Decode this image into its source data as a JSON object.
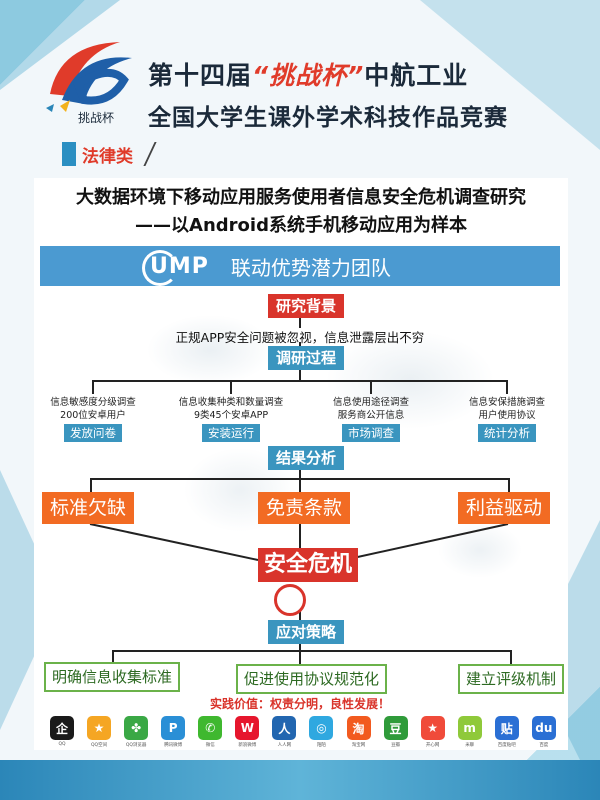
{
  "header": {
    "title_prefix": "第十四届",
    "title_quote": "“挑战杯”",
    "title_suffix": "中航工业",
    "title_line2": "全国大学生课外学术科技作品竞赛",
    "logo_text": "挑战杯",
    "category": "法律类"
  },
  "main": {
    "title_line1": "大数据环境下移动应用服务使用者信息安全危机调查研究",
    "title_line2": "——以Android系统手机移动应用为样本",
    "team_logo": "UMP",
    "team_name": "联动优势潜力团队"
  },
  "background": {
    "label": "研究背景",
    "text": "正规APP安全问题被忽视，信息泄露层出不穷"
  },
  "process": {
    "label": "调研过程",
    "steps": [
      {
        "line1": "信息敏感度分级调查",
        "line2": "200位安卓用户",
        "method": "发放问卷"
      },
      {
        "line1": "信息收集种类和数量调查",
        "line2": "9类45个安卓APP",
        "method": "安装运行"
      },
      {
        "line1": "信息使用途径调查",
        "line2": "服务商公开信息",
        "method": "市场调查"
      },
      {
        "line1": "信息安保措施调查",
        "line2": "用户使用协议",
        "method": "统计分析"
      }
    ]
  },
  "results": {
    "label": "结果分析",
    "items": [
      "标准欠缺",
      "免责条款",
      "利益驱动"
    ],
    "center": "安全危机"
  },
  "strategy": {
    "label": "应对策略",
    "items": [
      "明确信息收集标准",
      "促进使用协议规范化",
      "建立评级机制"
    ],
    "practice": "实践价值：权责分明，良性发展！"
  },
  "apps": [
    {
      "name": "QQ",
      "icon": "qq-icon",
      "color": "#1a1a1a"
    },
    {
      "name": "QQ空间",
      "icon": "qzone-icon",
      "color": "#f5a623"
    },
    {
      "name": "QQ浏览器",
      "icon": "clover-icon",
      "color": "#3aa845"
    },
    {
      "name": "腾讯微博",
      "icon": "p-icon",
      "color": "#2a8fd6"
    },
    {
      "name": "微信",
      "icon": "wechat-icon",
      "color": "#3fb82f"
    },
    {
      "name": "新浪微博",
      "icon": "weibo-icon",
      "color": "#e6162d"
    },
    {
      "name": "人人网",
      "icon": "renren-icon",
      "color": "#2266b0"
    },
    {
      "name": "陌陌",
      "icon": "momo-icon",
      "color": "#2fa8e0"
    },
    {
      "name": "淘宝网",
      "icon": "taobao-icon",
      "color": "#f25a1f"
    },
    {
      "name": "豆瓣",
      "icon": "douban-icon",
      "color": "#2f9b3a"
    },
    {
      "name": "开心网",
      "icon": "star-icon",
      "color": "#f04b3a"
    },
    {
      "name": "米聊",
      "icon": "mi-icon",
      "color": "#8fc93a"
    },
    {
      "name": "百度贴吧",
      "icon": "tieba-icon",
      "color": "#2a6fd4"
    },
    {
      "name": "百度",
      "icon": "baidu-icon",
      "color": "#2a6fd4"
    }
  ],
  "app_glyphs": [
    "企",
    "★",
    "✤",
    "P",
    "✆",
    "W",
    "人",
    "◎",
    "淘",
    "豆",
    "★",
    "m",
    "贴",
    "du"
  ]
}
